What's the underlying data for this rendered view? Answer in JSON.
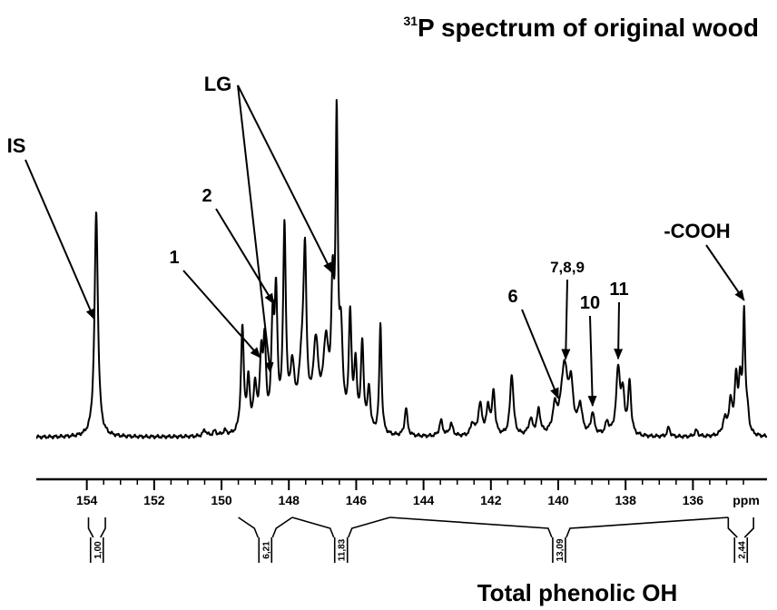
{
  "chart_data": {
    "type": "line",
    "title_isotope": "31",
    "title_text": "P spectrum of  original wood",
    "xlabel": "ppm",
    "footer": "Total phenolic OH",
    "x_ticks": [
      154,
      152,
      150,
      148,
      146,
      144,
      142,
      140,
      138,
      136
    ],
    "xlim": [
      155.5,
      133.8
    ],
    "x_reversed": true,
    "baseline_level": 0.03,
    "peaks": [
      {
        "x": 153.72,
        "h": 0.73,
        "w": 0.06
      },
      {
        "x": 150.5,
        "h": 0.02,
        "w": 0.06
      },
      {
        "x": 150.2,
        "h": 0.015,
        "w": 0.06
      },
      {
        "x": 149.9,
        "h": 0.015,
        "w": 0.06
      },
      {
        "x": 149.38,
        "h": 0.34,
        "w": 0.05
      },
      {
        "x": 149.2,
        "h": 0.16,
        "w": 0.05
      },
      {
        "x": 149.0,
        "h": 0.14,
        "w": 0.06
      },
      {
        "x": 148.82,
        "h": 0.22,
        "w": 0.05
      },
      {
        "x": 148.72,
        "h": 0.26,
        "w": 0.05
      },
      {
        "x": 148.48,
        "h": 0.32,
        "w": 0.05
      },
      {
        "x": 148.38,
        "h": 0.4,
        "w": 0.05
      },
      {
        "x": 148.13,
        "h": 0.64,
        "w": 0.05
      },
      {
        "x": 147.9,
        "h": 0.18,
        "w": 0.08
      },
      {
        "x": 147.6,
        "h": 0.22,
        "w": 0.12
      },
      {
        "x": 147.52,
        "h": 0.44,
        "w": 0.05
      },
      {
        "x": 147.2,
        "h": 0.26,
        "w": 0.1
      },
      {
        "x": 146.9,
        "h": 0.26,
        "w": 0.1
      },
      {
        "x": 146.7,
        "h": 0.4,
        "w": 0.05
      },
      {
        "x": 146.58,
        "h": 0.95,
        "w": 0.04
      },
      {
        "x": 146.45,
        "h": 0.28,
        "w": 0.06
      },
      {
        "x": 146.18,
        "h": 0.36,
        "w": 0.05
      },
      {
        "x": 146.02,
        "h": 0.2,
        "w": 0.05
      },
      {
        "x": 145.82,
        "h": 0.28,
        "w": 0.05
      },
      {
        "x": 145.62,
        "h": 0.14,
        "w": 0.05
      },
      {
        "x": 145.28,
        "h": 0.36,
        "w": 0.04
      },
      {
        "x": 144.52,
        "h": 0.09,
        "w": 0.05
      },
      {
        "x": 143.48,
        "h": 0.05,
        "w": 0.06
      },
      {
        "x": 143.18,
        "h": 0.04,
        "w": 0.06
      },
      {
        "x": 142.55,
        "h": 0.04,
        "w": 0.06
      },
      {
        "x": 142.32,
        "h": 0.1,
        "w": 0.07
      },
      {
        "x": 142.08,
        "h": 0.09,
        "w": 0.06
      },
      {
        "x": 141.92,
        "h": 0.14,
        "w": 0.05
      },
      {
        "x": 141.38,
        "h": 0.2,
        "w": 0.06
      },
      {
        "x": 140.82,
        "h": 0.05,
        "w": 0.07
      },
      {
        "x": 140.58,
        "h": 0.08,
        "w": 0.06
      },
      {
        "x": 140.1,
        "h": 0.08,
        "w": 0.08
      },
      {
        "x": 139.82,
        "h": 0.22,
        "w": 0.12
      },
      {
        "x": 139.62,
        "h": 0.14,
        "w": 0.08
      },
      {
        "x": 139.35,
        "h": 0.09,
        "w": 0.07
      },
      {
        "x": 138.98,
        "h": 0.07,
        "w": 0.06
      },
      {
        "x": 138.55,
        "h": 0.04,
        "w": 0.06
      },
      {
        "x": 138.22,
        "h": 0.21,
        "w": 0.07
      },
      {
        "x": 138.08,
        "h": 0.12,
        "w": 0.06
      },
      {
        "x": 137.88,
        "h": 0.17,
        "w": 0.05
      },
      {
        "x": 136.72,
        "h": 0.03,
        "w": 0.05
      },
      {
        "x": 135.9,
        "h": 0.02,
        "w": 0.06
      },
      {
        "x": 135.05,
        "h": 0.05,
        "w": 0.08
      },
      {
        "x": 134.88,
        "h": 0.1,
        "w": 0.06
      },
      {
        "x": 134.72,
        "h": 0.17,
        "w": 0.05
      },
      {
        "x": 134.6,
        "h": 0.16,
        "w": 0.05
      },
      {
        "x": 134.48,
        "h": 0.38,
        "w": 0.04
      },
      {
        "x": 134.38,
        "h": 0.06,
        "w": 0.05
      }
    ],
    "integrals": [
      {
        "label": "1,00",
        "from": 153.95,
        "to": 153.45
      },
      {
        "label": "6,21",
        "from": 149.5,
        "to": 147.9
      },
      {
        "label": "11,83",
        "from": 147.9,
        "to": 145.0
      },
      {
        "label": "13,09",
        "from": 145.0,
        "to": 134.95
      },
      {
        "label": "2,44",
        "from": 134.95,
        "to": 134.2
      }
    ],
    "annotations": [
      {
        "label": "IS",
        "targets": [
          153.78
        ]
      },
      {
        "label": "LG",
        "targets": [
          148.55,
          146.72
        ]
      },
      {
        "label": "2",
        "targets": [
          148.45
        ]
      },
      {
        "label": "1",
        "targets": [
          148.85
        ]
      },
      {
        "label": "6",
        "targets": [
          140.0
        ]
      },
      {
        "label": "7,8,9",
        "targets": [
          139.78
        ]
      },
      {
        "label": "10",
        "targets": [
          138.98
        ]
      },
      {
        "label": "11",
        "targets": [
          138.22
        ]
      },
      {
        "label": "-COOH",
        "targets": [
          134.48
        ]
      }
    ]
  }
}
